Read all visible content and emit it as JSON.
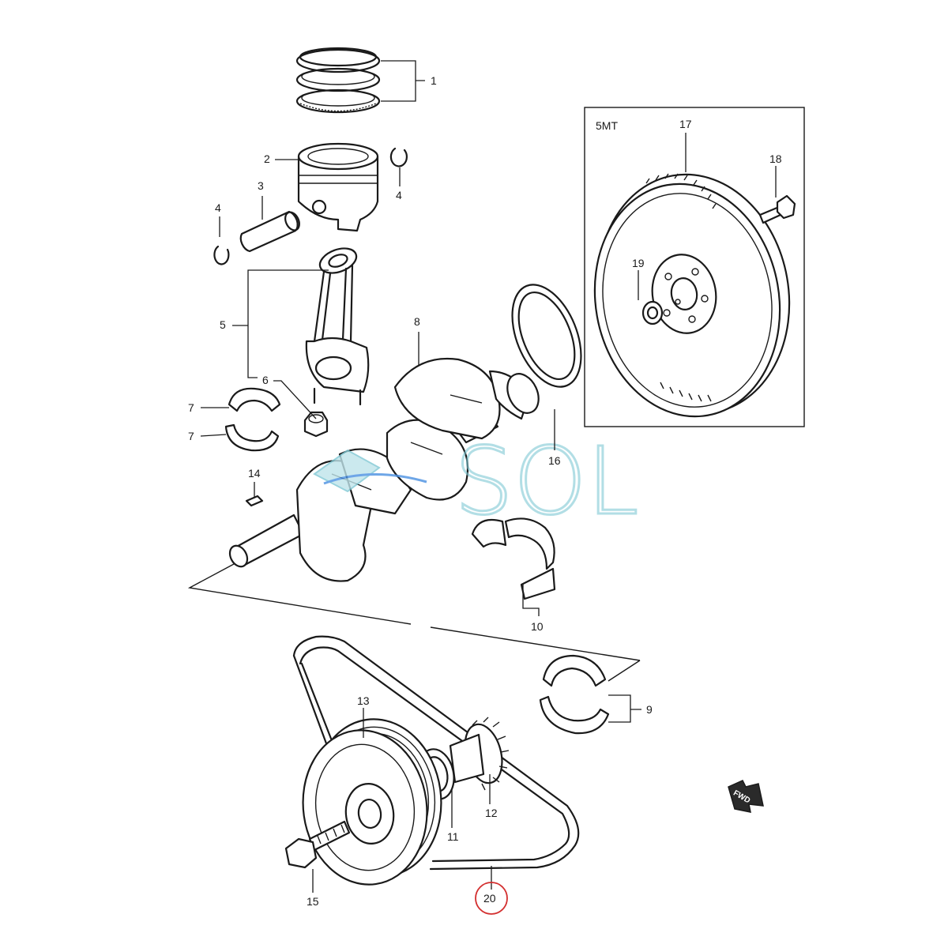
{
  "inset": {
    "title": "5MT"
  },
  "watermark": {
    "text": "SOL"
  },
  "fwd_badge": {
    "text": "FWD"
  },
  "callouts": {
    "c1": "1",
    "c2": "2",
    "c3": "3",
    "c4a": "4",
    "c4b": "4",
    "c5": "5",
    "c6": "6",
    "c7a": "7",
    "c7b": "7",
    "c8": "8",
    "c9": "9",
    "c10": "10",
    "c11": "11",
    "c12": "12",
    "c13": "13",
    "c14": "14",
    "c15": "15",
    "c16": "16",
    "c17": "17",
    "c18": "18",
    "c19": "19",
    "c20": "20"
  },
  "highlighted_part": "20",
  "colors": {
    "highlight": "#d32f2f",
    "watermark": "#7fc8d4"
  }
}
